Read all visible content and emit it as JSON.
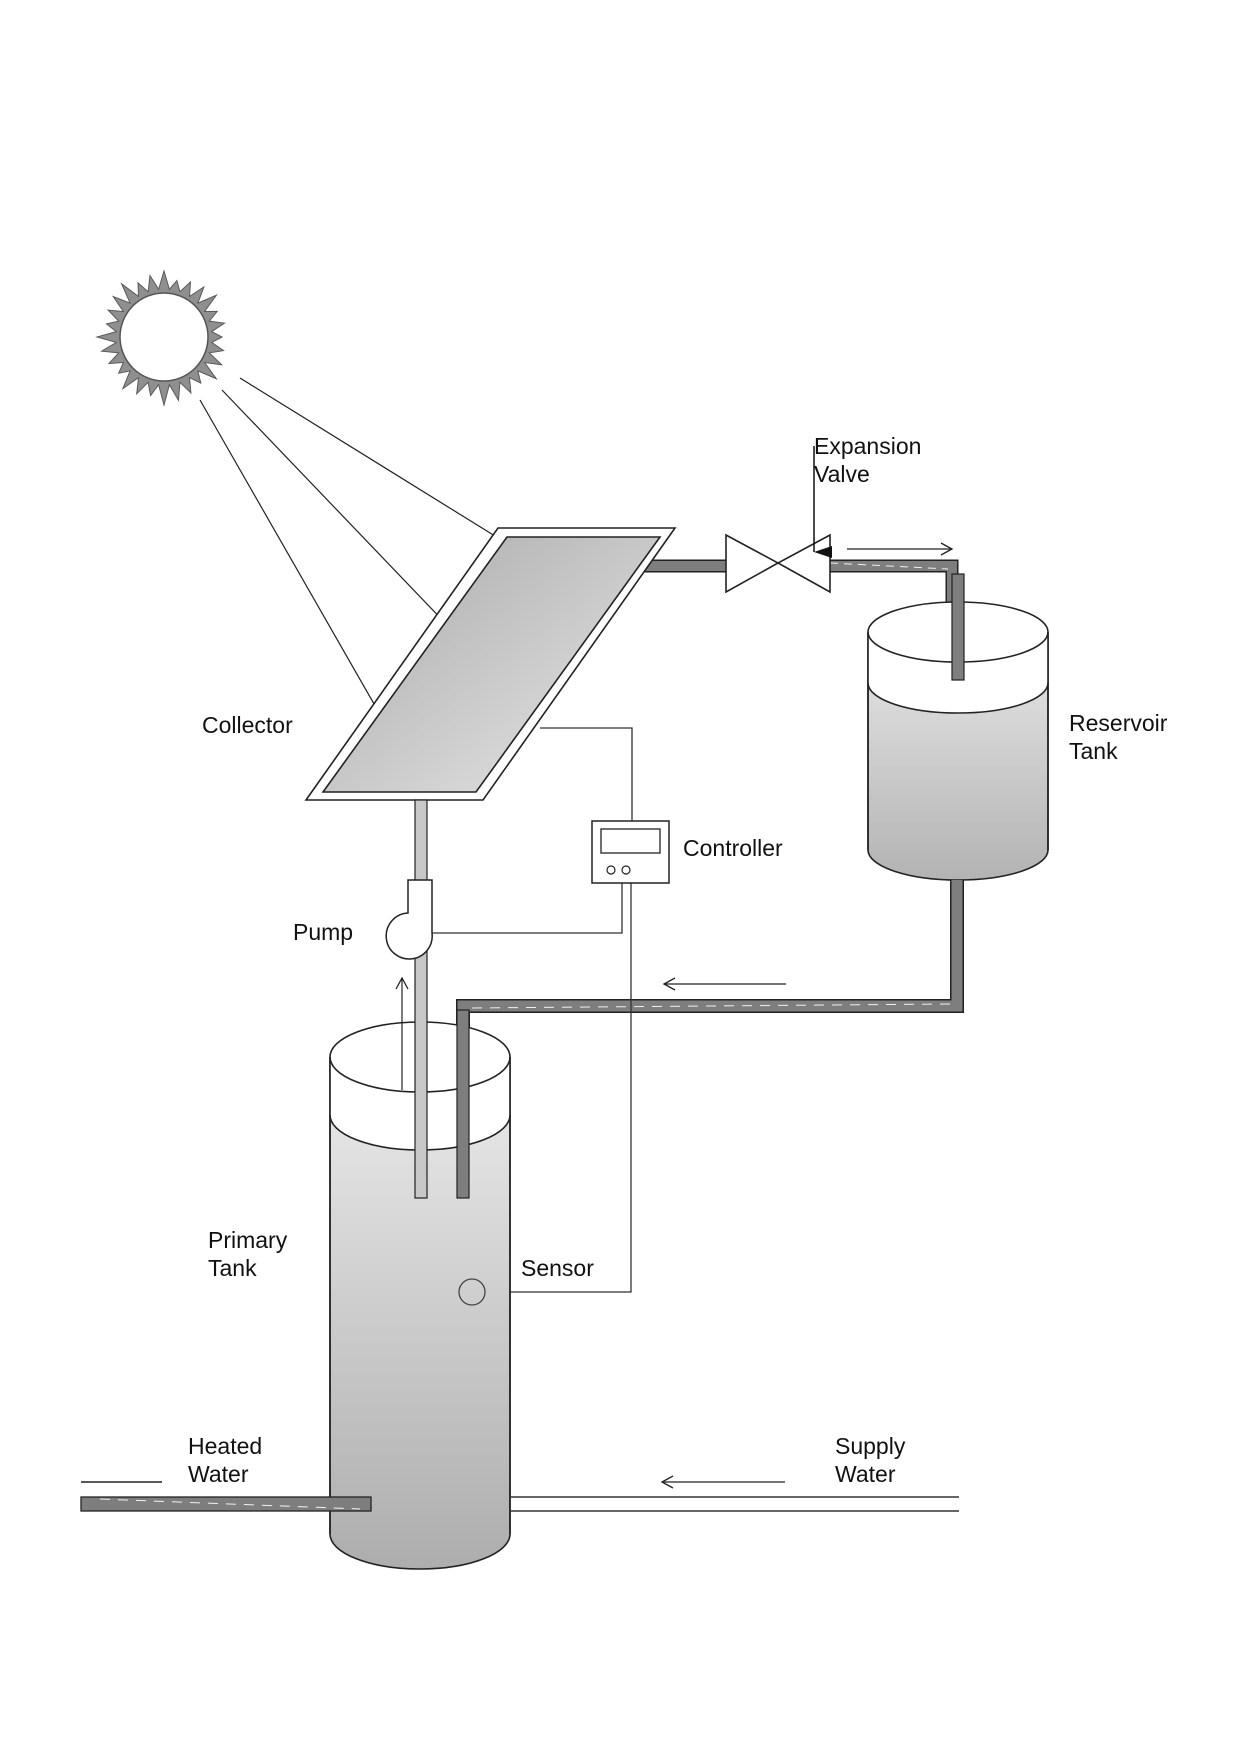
{
  "diagram": {
    "title": "Solar water heating system",
    "labels": {
      "collector": "Collector",
      "expansion_valve_line1": "Expansion",
      "expansion_valve_line2": "Valve",
      "reservoir_line1": "Reservoir",
      "reservoir_line2": "Tank",
      "controller": "Controller",
      "pump": "Pump",
      "primary_line1": "Primary",
      "primary_line2": "Tank",
      "sensor": "Sensor",
      "heated_line1": "Heated",
      "heated_line2": "Water",
      "supply_line1": "Supply",
      "supply_line2": "Water"
    },
    "components": [
      "sun",
      "solar-collector",
      "expansion-valve",
      "reservoir-tank",
      "controller",
      "pump",
      "primary-tank",
      "sensor",
      "heated-water-pipe",
      "supply-water-pipe"
    ],
    "flow_directions": {
      "collector_to_reservoir": "right",
      "reservoir_to_primary": "left",
      "primary_to_collector": "up",
      "supply_water": "left"
    },
    "colors": {
      "pipe_dark": "#7a7a7a",
      "pipe_light": "#c8c8c8",
      "tank_fill_light": "#e6e6e6",
      "tank_fill_dark": "#b0b0b0",
      "outline": "#222222"
    }
  }
}
